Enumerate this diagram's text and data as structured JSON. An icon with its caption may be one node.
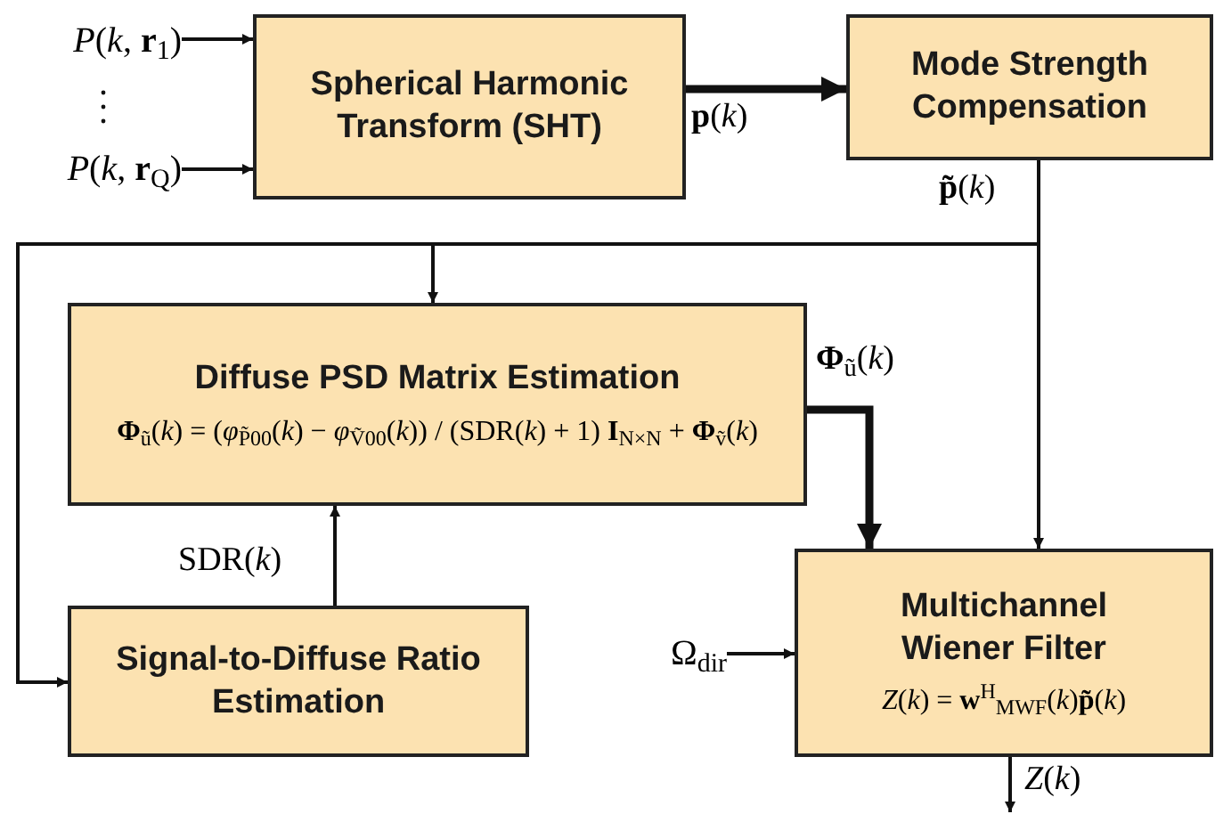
{
  "diagram": {
    "nodes": [
      {
        "text": [
          "*P*(*k*, **r**$_{1}$)"
        ]
      },
      {
        "text": [
          "*P*(*k*, **r**$_{Q}$)"
        ]
      },
      {
        "text": [
          "Spherical Harmonic Transform (SHT)"
        ]
      },
      {
        "text": [
          "Mode Strength Compensation"
        ]
      },
      {
        "text": [
          "Diffuse PSD Matrix Estimation",
          "**Φ**$_{ũ}$(*k*) = (*φ*$_{P̃00}$(*k*) − *φ*$_{Ṽ00}$(*k*)) / (SDR(*k*) + 1) **I**$_{N×N}$ + **Φ**$_{ṽ}$(*k*)"
        ]
      },
      {
        "text": [
          "Signal-to-Diffuse Ratio Estimation"
        ]
      },
      {
        "text": [
          "Multichannel Wiener Filter",
          "*Z*(*k*) = **w**$^{H}$$_{MWF}$(*k*)**p̃**(*k*)"
        ]
      },
      {
        "text": [
          "Ω$_{dir}$"
        ]
      }
    ],
    "edges": [
      {
        "from": 0,
        "to": 2,
        "arrow": "to"
      },
      {
        "from": 1,
        "to": 2,
        "arrow": "to"
      },
      {
        "from": 2,
        "to": 3,
        "arrow": "to",
        "style": "thick",
        "label": "**p**(*k*)"
      },
      {
        "from": 3,
        "to": 4,
        "arrow": "to"
      },
      {
        "from": 3,
        "to": 5,
        "arrow": "to"
      },
      {
        "from": 3,
        "to": 6,
        "arrow": "to",
        "label": "**p̃**(*k*)"
      },
      {
        "from": 5,
        "to": 4,
        "arrow": "to",
        "label": "SDR(*k*)"
      },
      {
        "from": 4,
        "to": 6,
        "arrow": "to",
        "style": "thick",
        "label": "**Φ**$_{ũ}$(*k*)"
      },
      {
        "from": 7,
        "to": 6,
        "arrow": "to"
      },
      {
        "from": 6,
        "to": null,
        "arrow": "to",
        "label": "*Z*(*k*)"
      }
    ]
  }
}
